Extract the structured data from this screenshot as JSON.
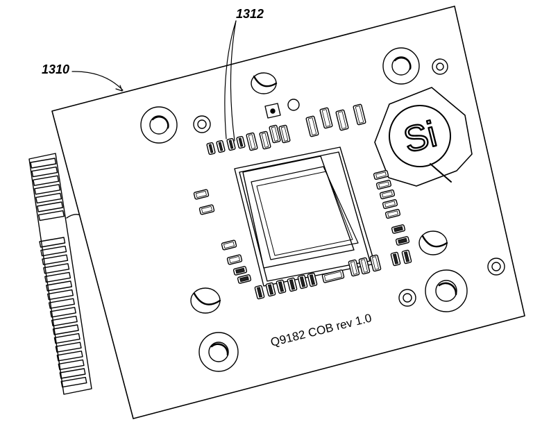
{
  "callouts": {
    "board_ref": "1310",
    "components_ref": "1312"
  },
  "board": {
    "silkscreen_text": "Q9182 COB rev 1.0",
    "logo_text": "Si"
  },
  "colors": {
    "line": "#000000",
    "background": "#ffffff"
  }
}
